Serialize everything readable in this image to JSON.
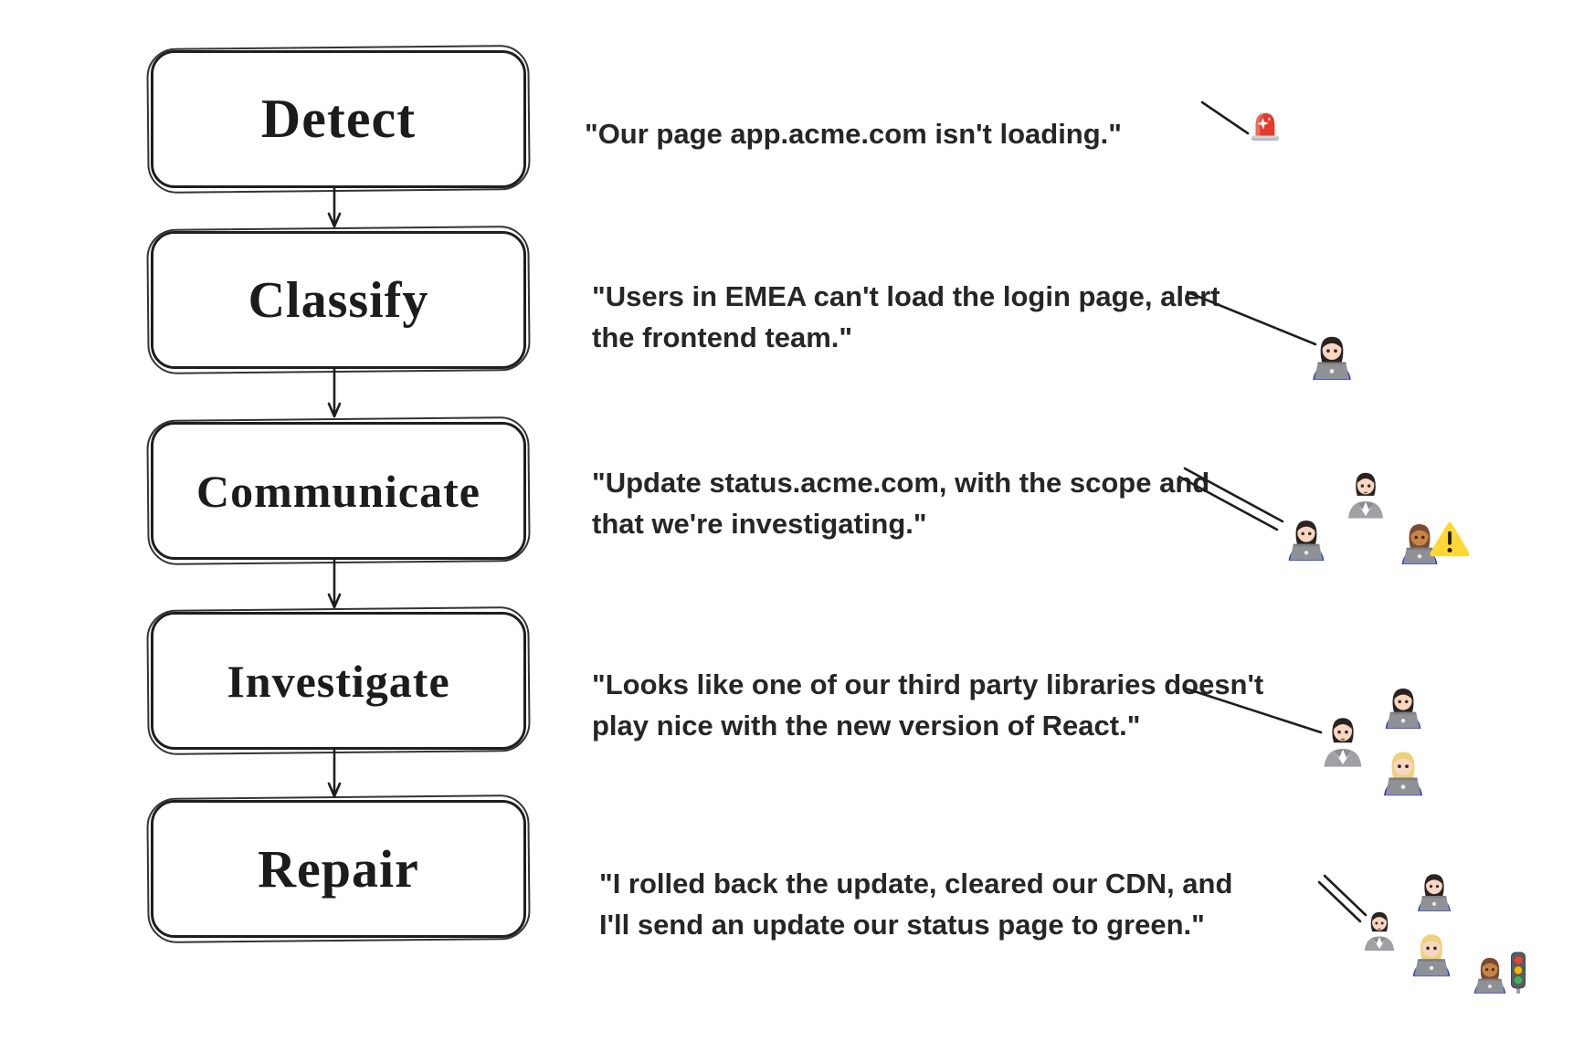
{
  "palette": {
    "bg": "#ffffff",
    "ink": "#1e1e1e",
    "text": "#262626",
    "siren-red": "#e23b2e",
    "warning-yellow": "#fdd835",
    "laptop-gray": "#8e9196",
    "shirt-blue": "#2b3fd0",
    "suit-gray": "#9fa1a4",
    "skin-light": "#f6d7c4",
    "skin-medium": "#c68642",
    "hair-dark": "#2b2320",
    "hair-blonde": "#eed27a",
    "hair-brown": "#7a4b32",
    "traffic-red": "#e8432e",
    "traffic-yellow": "#f7b500",
    "traffic-green": "#3bb54a"
  },
  "flow": {
    "steps": [
      {
        "label": "Detect",
        "quote_lines": [
          "\"Our page app.acme.com isn't loading.\""
        ],
        "icons": [
          "police-car-light"
        ]
      },
      {
        "label": "Classify",
        "quote_lines": [
          "\"Users in EMEA can't load the login page, alert",
          "the frontend team.\""
        ],
        "icons": [
          "woman-technologist"
        ]
      },
      {
        "label": "Communicate",
        "quote_lines": [
          "\"Update status.acme.com, with the scope and",
          "that we're investigating.\""
        ],
        "icons": [
          "woman-technologist",
          "office-worker",
          "technologist-medium-skin",
          "warning-sign"
        ]
      },
      {
        "label": "Investigate",
        "quote_lines": [
          "\"Looks like one of our third party libraries doesn't",
          "play nice with the new version of React.\""
        ],
        "icons": [
          "office-worker",
          "woman-technologist",
          "blonde-woman-technologist"
        ]
      },
      {
        "label": "Repair",
        "quote_lines": [
          "\"I rolled back the update, cleared our CDN, and",
          "I'll send an update our status page to green.\""
        ],
        "icons": [
          "office-worker",
          "woman-technologist",
          "blonde-woman-technologist",
          "technologist-medium-skin",
          "vertical-traffic-light"
        ]
      }
    ]
  }
}
